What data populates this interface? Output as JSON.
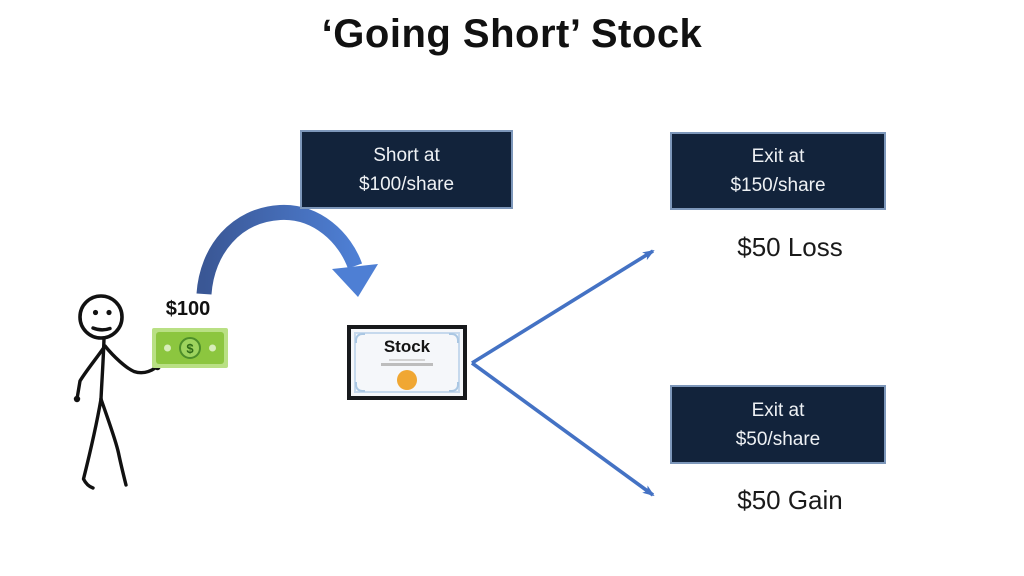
{
  "title": "‘Going Short’ Stock",
  "diagram": {
    "entry_box": {
      "line1": "Short at",
      "line2": "$100/share"
    },
    "exit_loss_box": {
      "line1": "Exit at",
      "line2": "$150/share"
    },
    "exit_gain_box": {
      "line1": "Exit at",
      "line2": "$50/share"
    },
    "loss_label": "$50 Loss",
    "gain_label": "$50 Gain",
    "money_label": "$100",
    "money_symbol": "$",
    "certificate_label": "Stock"
  },
  "icons": {
    "stick_figure": "person-holding-money",
    "curved_arrow": "curved-arrow-right",
    "upper_arrow": "arrow-up-right",
    "lower_arrow": "arrow-down-right"
  },
  "colors": {
    "box_bg": "#12233b",
    "box_border": "#7d97ba",
    "box_text": "#eef1f4",
    "straight_arrow": "#4472c4",
    "curved_arrow_start": "#3a5795",
    "curved_arrow_end": "#4e7fd4",
    "bill_frame": "#b9e084",
    "bill_body": "#8cc63f",
    "seal": "#f0a733",
    "text": "#1a1a1a"
  }
}
